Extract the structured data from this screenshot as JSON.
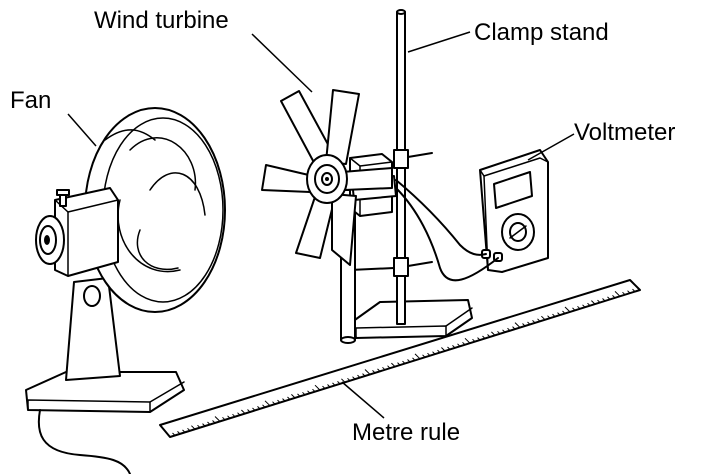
{
  "labels": {
    "wind_turbine": "Wind turbine",
    "clamp_stand": "Clamp stand",
    "fan": "Fan",
    "voltmeter": "Voltmeter",
    "metre_rule": "Metre rule"
  },
  "colors": {
    "ink": "#000000",
    "background": "#ffffff"
  }
}
